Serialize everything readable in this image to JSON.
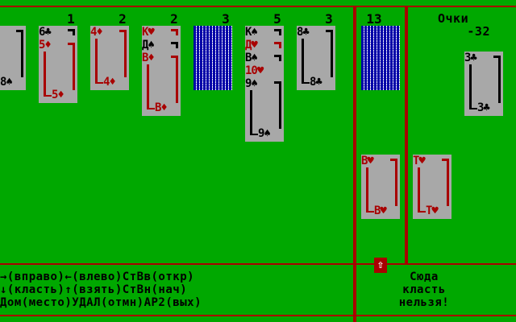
{
  "colors": {
    "table": "#00a800",
    "card": "#a8a8a8",
    "red": "#a80000",
    "black": "#000000",
    "back": "#0000a8"
  },
  "tableau": [
    {
      "count": "",
      "cards": [
        {
          "rank": "8",
          "suit": "♠",
          "color": "black"
        }
      ]
    },
    {
      "count": "1",
      "cards": [
        {
          "rank": "6",
          "suit": "♣",
          "color": "black"
        },
        {
          "rank": "5",
          "suit": "♦",
          "color": "red"
        }
      ]
    },
    {
      "count": "2",
      "cards": [
        {
          "rank": "4",
          "suit": "♦",
          "color": "red"
        }
      ]
    },
    {
      "count": "2",
      "cards": [
        {
          "rank": "К",
          "suit": "♥",
          "color": "red"
        },
        {
          "rank": "Д",
          "suit": "♠",
          "color": "black"
        },
        {
          "rank": "В",
          "suit": "♦",
          "color": "red"
        }
      ]
    },
    {
      "count": "3",
      "cards": [],
      "facedown": true
    },
    {
      "count": "5",
      "cards": [
        {
          "rank": "К",
          "suit": "♠",
          "color": "black"
        },
        {
          "rank": "Д",
          "suit": "♥",
          "color": "red"
        },
        {
          "rank": "В",
          "suit": "♠",
          "color": "black"
        },
        {
          "rank": "10",
          "suit": "♥",
          "color": "red"
        },
        {
          "rank": "9",
          "suit": "♠",
          "color": "black"
        }
      ]
    },
    {
      "count": "3",
      "cards": [
        {
          "rank": "8",
          "suit": "♣",
          "color": "black"
        }
      ]
    }
  ],
  "stock": {
    "count": "13"
  },
  "score": {
    "label": "Очки",
    "value": "-32"
  },
  "side_card": {
    "rank": "3",
    "suit": "♣",
    "color": "black"
  },
  "waste": [
    {
      "rank": "В",
      "suit": "♥",
      "color": "red"
    },
    {
      "rank": "Т",
      "suit": "♥",
      "color": "red"
    }
  ],
  "help": {
    "line1": "→(вправо)←(влево)СтВв(откр)",
    "line2": "↓(класть)↑(взять)СтВн(нач)",
    "line3": "Дом(место)УДАЛ(отмн)АР2(вых)"
  },
  "message": {
    "line1": "Сюда",
    "line2": "класть",
    "line3": "нельзя!"
  },
  "cursor_icon": "up-arrow-icon",
  "cursor_glyph": "🠉"
}
